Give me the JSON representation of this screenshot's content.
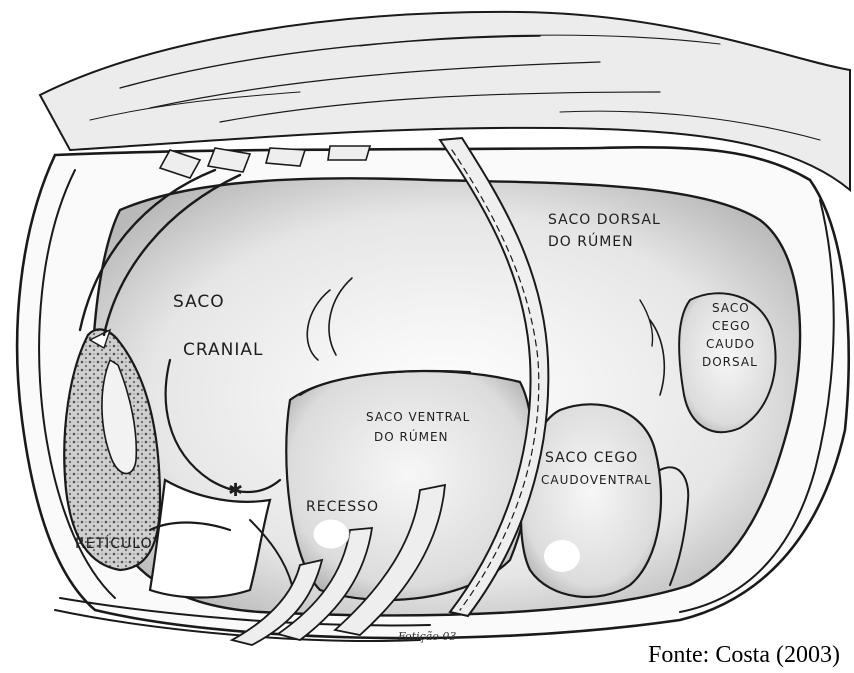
{
  "labels": {
    "saco_dorsal_1": "SACO DORSAL",
    "saco_dorsal_2": "DO RÚMEN",
    "saco_cranial_1": "SACO",
    "saco_cranial_2": "CRANIAL",
    "cego_caudodorsal_1": "SACO",
    "cego_caudodorsal_2": "CEGO",
    "cego_caudodorsal_3": "CAUDO",
    "cego_caudodorsal_4": "DORSAL",
    "saco_ventral_1": "SACO VENTRAL",
    "saco_ventral_2": "DO RÚMEN",
    "cego_caudoventral_1": "SACO CEGO",
    "cego_caudoventral_2": "CAUDOVENTRAL",
    "reticulo": "RETÍCULO",
    "recesso": "RECESSO",
    "asterisk": "✱",
    "signature": "Fotição 03"
  },
  "caption": "Fonte: Costa (2003)"
}
